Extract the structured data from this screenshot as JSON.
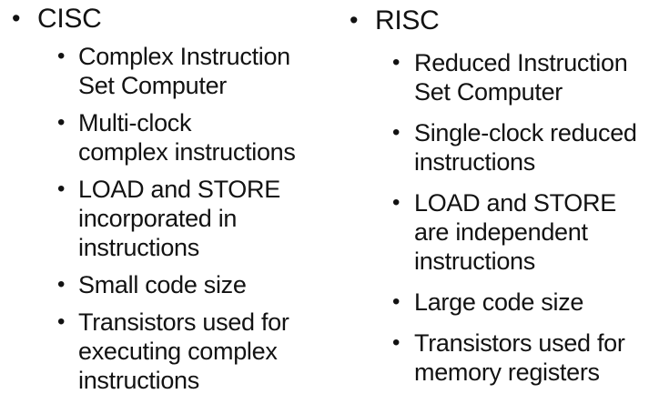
{
  "slide": {
    "background_color": "#ffffff",
    "text_color": "#121212",
    "bullet_glyph": "•"
  },
  "columns": [
    {
      "title": "CISC",
      "items": [
        {
          "text": "Complex Instruction\nSet Computer"
        },
        {
          "text": "Multi-clock\ncomplex instructions"
        },
        {
          "text": "LOAD and STORE\nincorporated in\ninstructions"
        },
        {
          "text": "Small code size"
        },
        {
          "text": "Transistors used for\nexecuting complex\ninstructions"
        }
      ]
    },
    {
      "title": "RISC",
      "items": [
        {
          "text": "Reduced Instruction\nSet Computer"
        },
        {
          "text": "Single-clock reduced\ninstructions"
        },
        {
          "text": "LOAD and STORE\nare independent\ninstructions"
        },
        {
          "text": "Large code size"
        },
        {
          "text": "Transistors used for\nmemory registers"
        }
      ]
    }
  ]
}
